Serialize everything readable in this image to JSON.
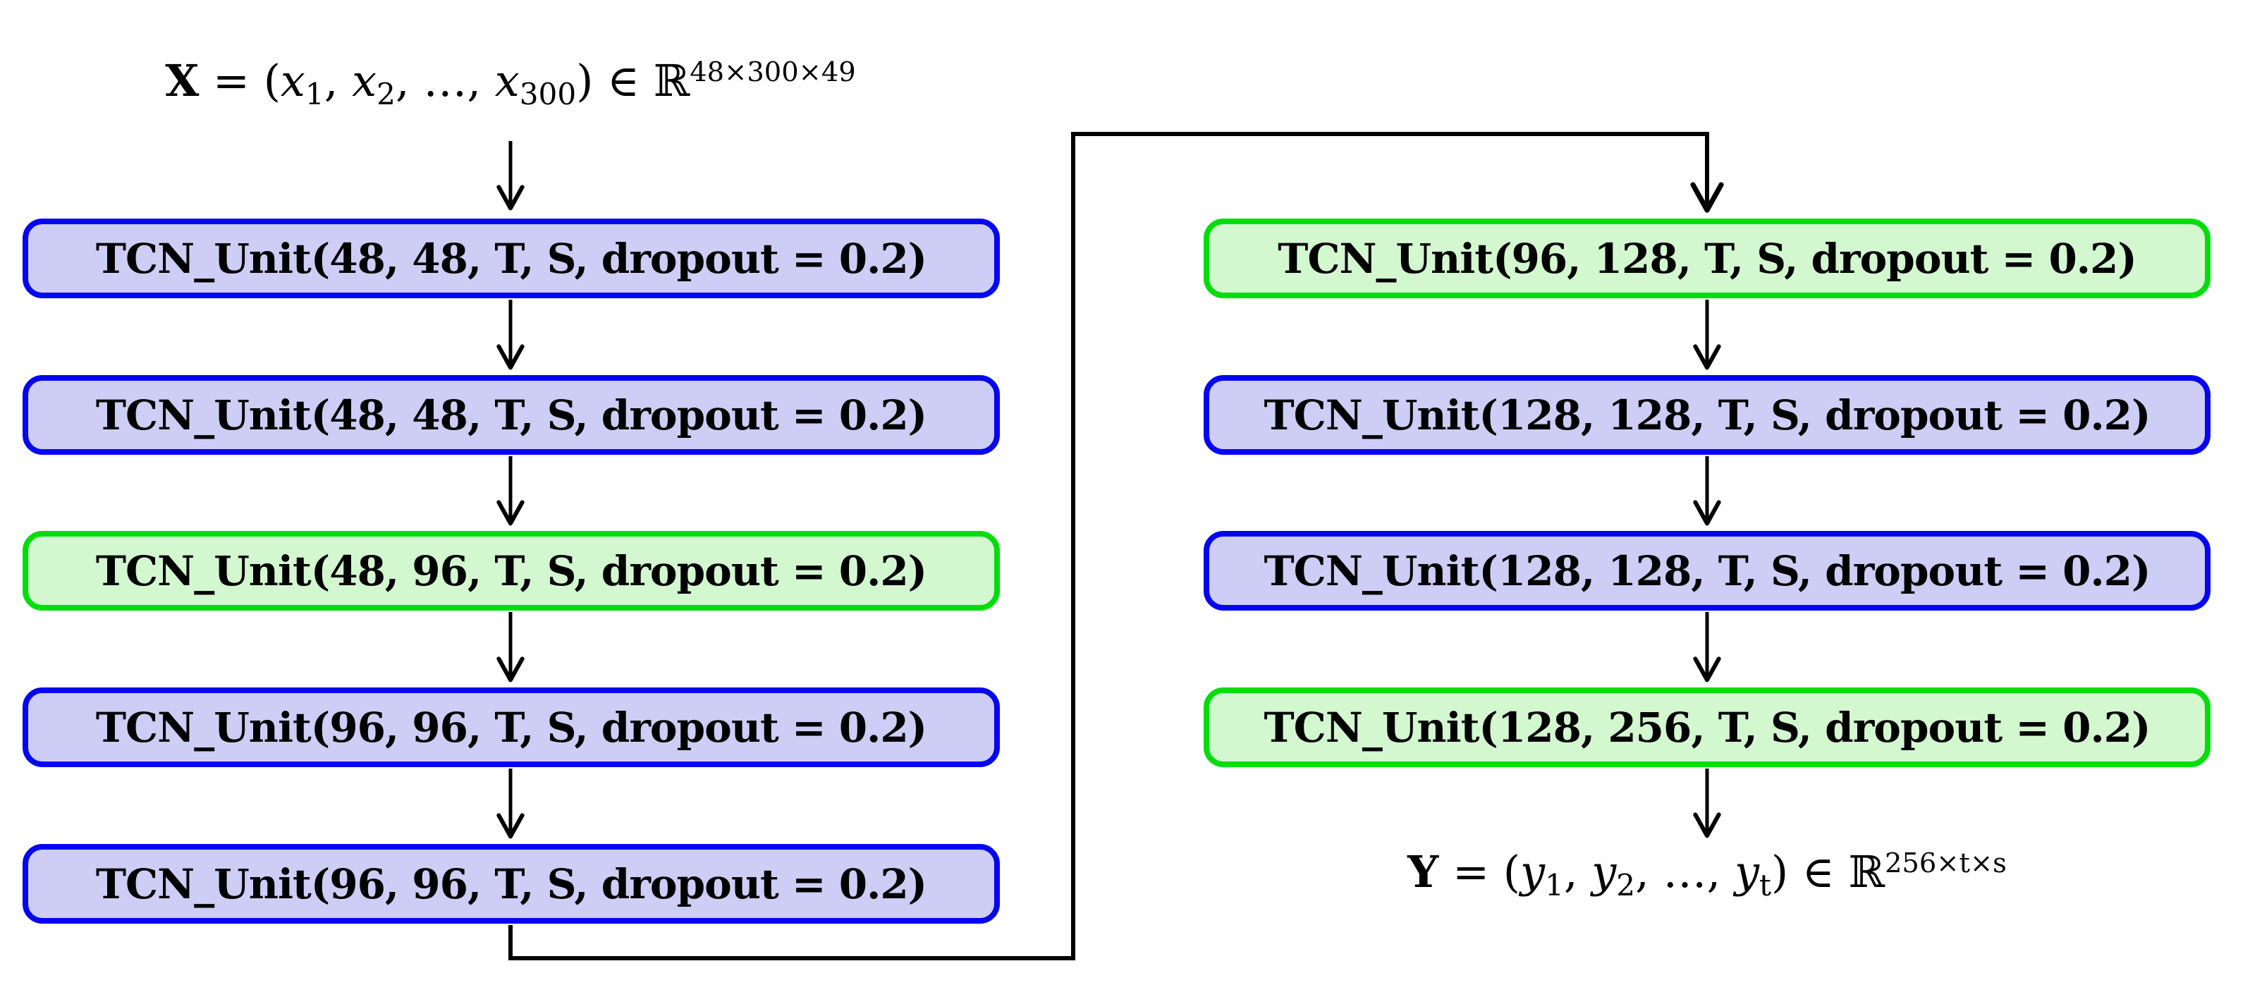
{
  "colors": {
    "blue_border": "#0505f2",
    "blue_fill": "#cdcdf6",
    "green_border": "#00dd0c",
    "green_fill": "#d3f8d0",
    "line": "#000000"
  },
  "input_formula": {
    "var": "X",
    "rel": " = (",
    "x1": "x",
    "x1_sub": "1",
    "sep1": ", ",
    "x2": "x",
    "x2_sub": "2",
    "sep2": ", …, ",
    "xn": "x",
    "xn_sub": "300",
    "close": ") ∈ ",
    "set": "ℝ",
    "set_sup": "48×300×49"
  },
  "output_formula": {
    "var": "Y",
    "rel": " = (",
    "y1": "y",
    "y1_sub": "1",
    "sep1": ", ",
    "y2": "y",
    "y2_sub": "2",
    "sep2": ", …, ",
    "yn": "y",
    "yn_sub": "t",
    "close": ") ∈ ",
    "set": "ℝ",
    "set_sup": "256×t×s"
  },
  "left_column": [
    {
      "label": "TCN_Unit(48, 48, T, S, dropout = 0.2)",
      "variant": "blue"
    },
    {
      "label": "TCN_Unit(48, 48, T, S, dropout = 0.2)",
      "variant": "blue"
    },
    {
      "label": "TCN_Unit(48, 96, T, S, dropout = 0.2)",
      "variant": "green"
    },
    {
      "label": "TCN_Unit(96, 96, T, S, dropout = 0.2)",
      "variant": "blue"
    },
    {
      "label": "TCN_Unit(96, 96, T, S, dropout = 0.2)",
      "variant": "blue"
    }
  ],
  "right_column": [
    {
      "label": "TCN_Unit(96, 128, T, S, dropout = 0.2)",
      "variant": "green"
    },
    {
      "label": "TCN_Unit(128, 128, T, S, dropout = 0.2)",
      "variant": "blue"
    },
    {
      "label": "TCN_Unit(128, 128, T, S, dropout = 0.2)",
      "variant": "blue"
    },
    {
      "label": "TCN_Unit(128, 256, T, S, dropout = 0.2)",
      "variant": "green"
    }
  ],
  "edges": [
    "input -> left1",
    "left1 -> left2",
    "left2 -> left3",
    "left3 -> left4",
    "left4 -> left5",
    "left5 -> right1 (down, right, up, right, down)",
    "right1 -> right2",
    "right2 -> right3",
    "right3 -> right4",
    "right4 -> output"
  ]
}
